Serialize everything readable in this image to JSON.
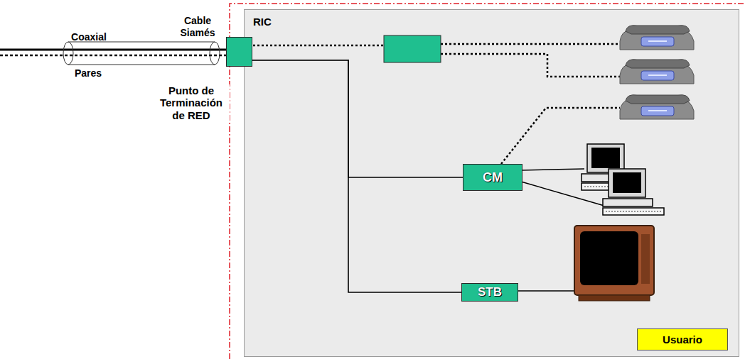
{
  "diagram": {
    "nodes": [
      {
        "text": [
          "RIC"
        ]
      },
      {
        "text": [
          "Punto de Terminación de RED"
        ]
      },
      {
        "text": [
          "CM"
        ],
        "in": 0
      },
      {
        "text": [
          "STB"
        ],
        "in": 0
      },
      {
        "text": [
          "Usuario"
        ],
        "in": 0
      }
    ],
    "edges": [
      {
        "from": 1,
        "to": 2,
        "arrow": "none"
      },
      {
        "from": 1,
        "to": 3,
        "arrow": "none"
      }
    ],
    "labels": [
      "Coaxial",
      "Cable Siamés",
      "Pares"
    ]
  }
}
